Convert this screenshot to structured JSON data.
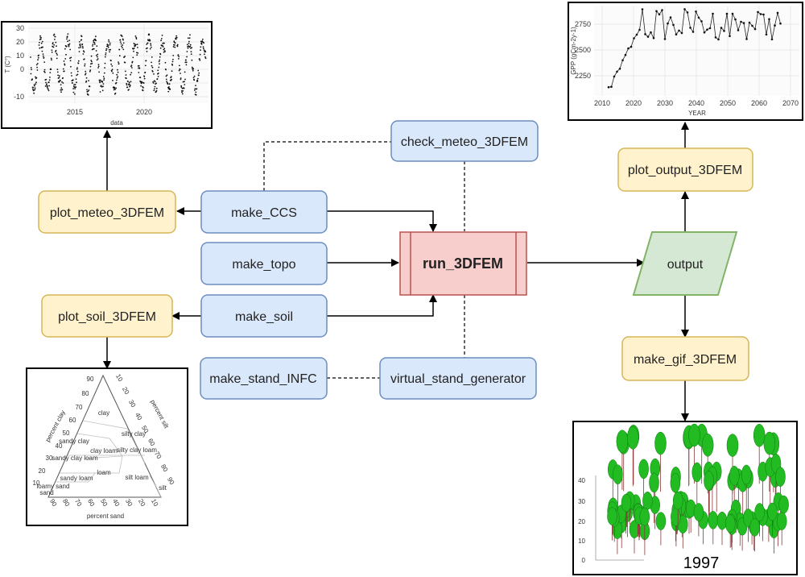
{
  "nodes": {
    "check_meteo": "check_meteo_3DFEM",
    "plot_output": "plot_output_3DFEM",
    "plot_meteo": "plot_meteo_3DFEM",
    "make_ccs": "make_CCS",
    "make_topo": "make_topo",
    "run": "run_3DFEM",
    "output": "output",
    "plot_soil": "plot_soil_3DFEM",
    "make_soil": "make_soil",
    "make_gif": "make_gif_3DFEM",
    "make_stand": "make_stand_INFC",
    "virtual_stand": "virtual_stand_generator"
  },
  "colors": {
    "blue_fill": "#dae8fc",
    "blue_stroke": "#6c8ebf",
    "yellow_fill": "#fff2cc",
    "yellow_stroke": "#d6b656",
    "red_fill": "#f8cecc",
    "red_stroke": "#b85450",
    "green_fill": "#d5e8d4",
    "green_stroke": "#82b366",
    "tree_green": "#22bb22"
  },
  "meteo_plot": {
    "ylabel": "T (C°)",
    "xlabel": "data",
    "yticks": [
      "30",
      "20",
      "10",
      "0",
      "-10"
    ],
    "xticks": [
      "2015",
      "2020"
    ]
  },
  "gpp_plot": {
    "ylabel": "GPP (gCm-2y-1)",
    "xlabel": "YEAR",
    "yticks": [
      "2750",
      "2500",
      "2250"
    ],
    "xticks": [
      "2010",
      "2020",
      "2030",
      "2040",
      "2050",
      "2060",
      "2070"
    ]
  },
  "soil_triangle": {
    "left_axis": "percent clay",
    "right_axis": "percent silt",
    "bottom_axis": "percent sand",
    "left_ticks": [
      "90",
      "80",
      "70",
      "60",
      "50",
      "40",
      "30",
      "20",
      "10"
    ],
    "right_ticks": [
      "10",
      "20",
      "30",
      "40",
      "50",
      "60",
      "70",
      "80",
      "90"
    ],
    "bottom_ticks": [
      "90",
      "80",
      "70",
      "60",
      "50",
      "40",
      "30",
      "20",
      "10"
    ],
    "regions": [
      "clay",
      "silty clay",
      "sandy clay",
      "clay loam",
      "silty clay loam",
      "sandy clay loam",
      "loam",
      "sandy loam",
      "silt loam",
      "loamy sand",
      "sand",
      "silt"
    ]
  },
  "forest_plot": {
    "year": "1997",
    "zticks": [
      "40",
      "30",
      "20",
      "10",
      "0"
    ]
  }
}
